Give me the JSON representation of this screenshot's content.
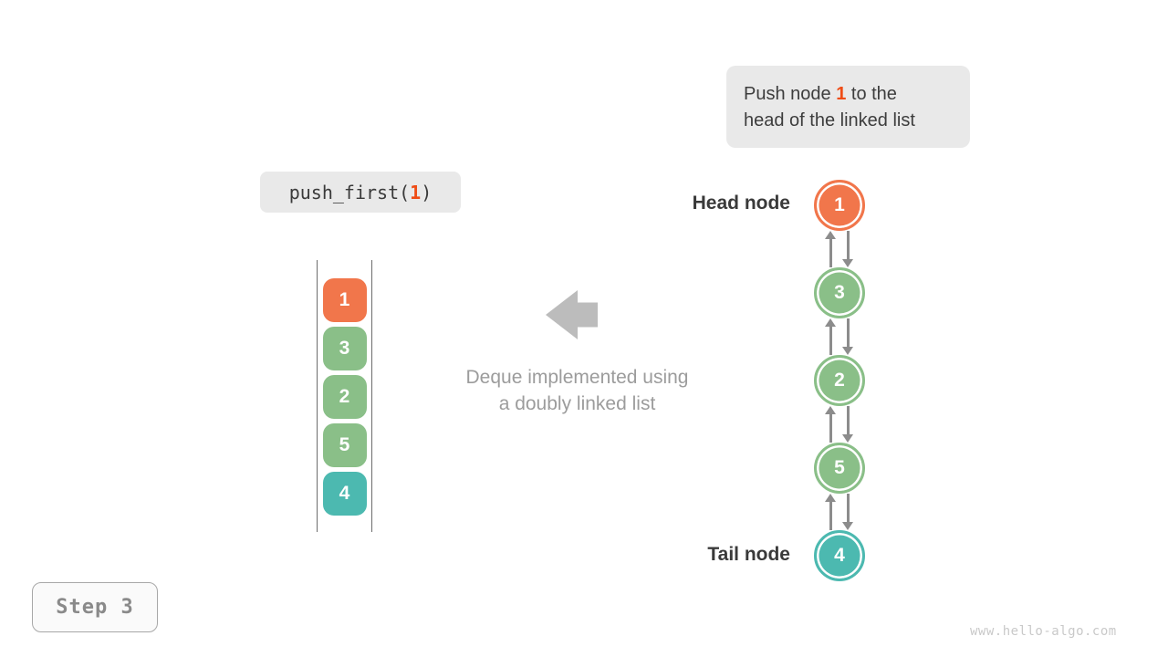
{
  "accent": {
    "highlight": "#ef4c15",
    "node_orange": "#f1764b",
    "node_green": "#8abf88",
    "node_teal": "#4cb9b0",
    "link_arrow_gray": "#8c8c8c",
    "big_arrow_gray": "#bcbcbc"
  },
  "callout": {
    "prefix": "Push node ",
    "highlight": "1",
    "suffix": " to the",
    "line2": "head of the linked list"
  },
  "code": {
    "prefix": "push_first(",
    "arg": "1",
    "suffix": ")"
  },
  "caption": {
    "line1": "Deque implemented using",
    "line2": "a doubly linked list"
  },
  "labels": {
    "head": "Head node",
    "tail": "Tail node"
  },
  "stack": {
    "items": [
      {
        "value": "1",
        "color": "#f1764b"
      },
      {
        "value": "3",
        "color": "#8abf88"
      },
      {
        "value": "2",
        "color": "#8abf88"
      },
      {
        "value": "5",
        "color": "#8abf88"
      },
      {
        "value": "4",
        "color": "#4cb9b0"
      }
    ]
  },
  "list": {
    "nodes": [
      {
        "value": "1",
        "color": "#f1764b"
      },
      {
        "value": "3",
        "color": "#8abf88"
      },
      {
        "value": "2",
        "color": "#8abf88"
      },
      {
        "value": "5",
        "color": "#8abf88"
      },
      {
        "value": "4",
        "color": "#4cb9b0"
      }
    ]
  },
  "step": {
    "label": "Step 3"
  },
  "watermark": "www.hello-algo.com"
}
